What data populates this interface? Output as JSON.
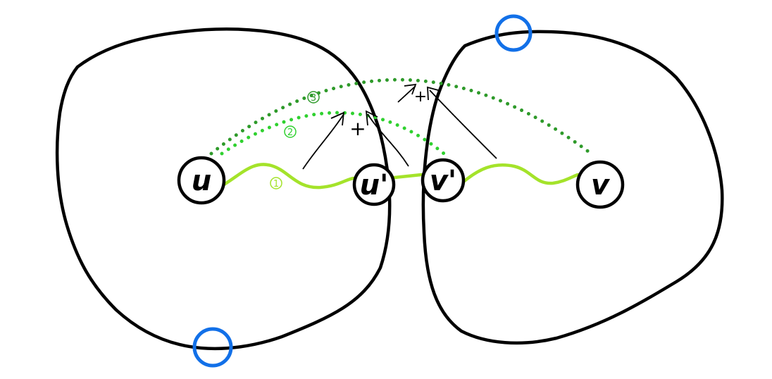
{
  "colors": {
    "blob": "#000000",
    "path1": "#a4e32a",
    "path2": "#2fd12f",
    "path3": "#2e9a2a",
    "marker": "#1270e8"
  },
  "nodes": {
    "u": "u",
    "u_prime": "u'",
    "v_prime": "v'",
    "v": "v"
  },
  "path_labels": {
    "p1": "1",
    "p2": "2",
    "p3": "3"
  },
  "plus_signs": {
    "a": "+",
    "b": "+"
  }
}
